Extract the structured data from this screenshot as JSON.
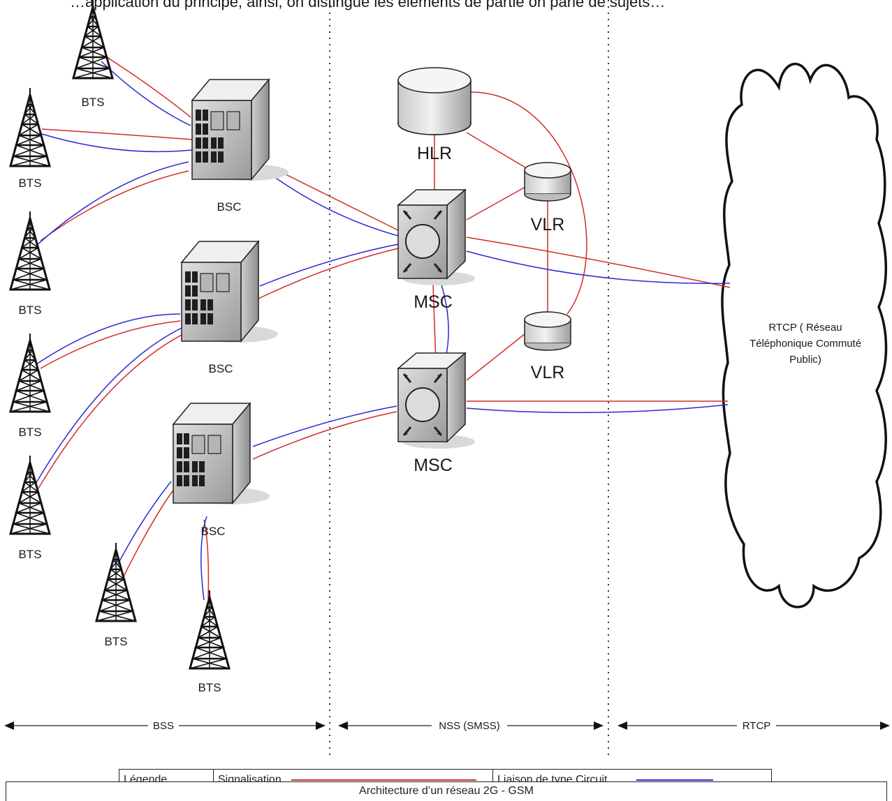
{
  "header_fragment": "…application du principe, ainsi, on distingue les éléments de partie on parle de sujets…",
  "labels": {
    "bts": "BTS",
    "bsc": "BSC",
    "hlr": "HLR",
    "vlr": "VLR",
    "msc": "MSC",
    "cloud": [
      "RTCP ( Réseau",
      "Téléphonique Commuté",
      "Public)"
    ]
  },
  "zones": {
    "bss": "BSS",
    "nss": "NSS (SMSS)",
    "rtcp": "RTCP"
  },
  "legend": {
    "title": "Légende",
    "signal": "Signalisation",
    "circuit": "Liaison de type Circuit"
  },
  "caption": "Architecture d’un réseau 2G - GSM",
  "colors": {
    "signalisation": "#d42a2a",
    "circuit": "#2a2ad4"
  }
}
